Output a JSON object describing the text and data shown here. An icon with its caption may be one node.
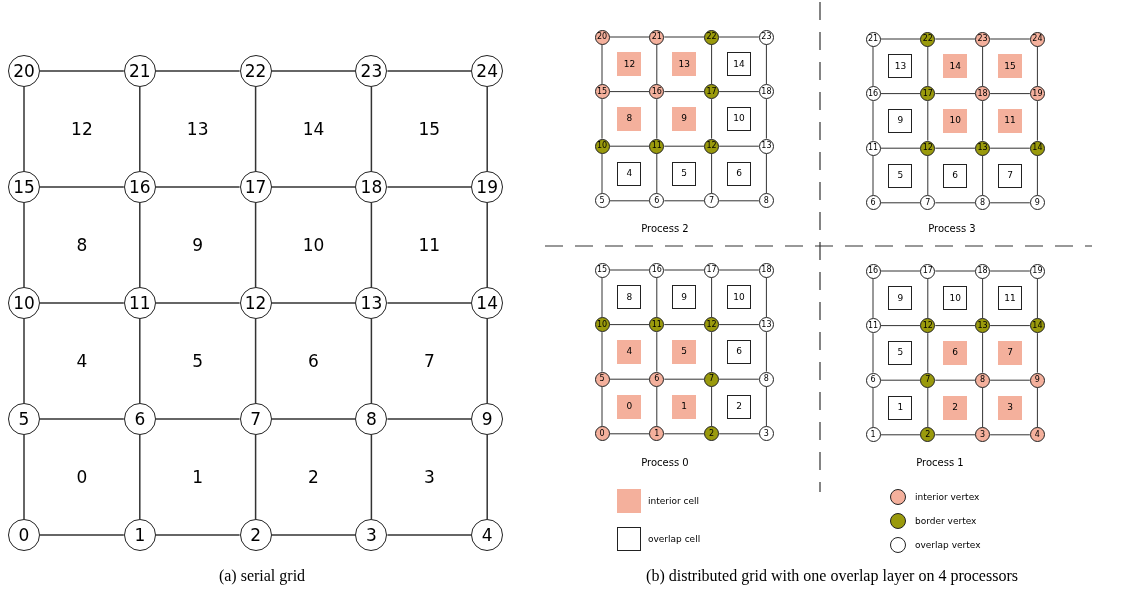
{
  "diagram": {
    "nodes": [
      {
        "text": [
          "20"
        ]
      },
      {
        "text": [
          "21"
        ]
      },
      {
        "text": [
          "22"
        ]
      },
      {
        "text": [
          "23"
        ]
      },
      {
        "text": [
          "24"
        ]
      },
      {
        "text": [
          "15"
        ]
      },
      {
        "text": [
          "16"
        ]
      },
      {
        "text": [
          "17"
        ]
      },
      {
        "text": [
          "18"
        ]
      },
      {
        "text": [
          "19"
        ]
      },
      {
        "text": [
          "10"
        ]
      },
      {
        "text": [
          "11"
        ]
      },
      {
        "text": [
          "12"
        ]
      },
      {
        "text": [
          "13"
        ]
      },
      {
        "text": [
          "14"
        ]
      },
      {
        "text": [
          "5"
        ]
      },
      {
        "text": [
          "6"
        ]
      },
      {
        "text": [
          "7"
        ]
      },
      {
        "text": [
          "8"
        ]
      },
      {
        "text": [
          "9"
        ]
      },
      {
        "text": [
          "0"
        ]
      },
      {
        "text": [
          "1"
        ]
      },
      {
        "text": [
          "2"
        ]
      },
      {
        "text": [
          "3"
        ]
      },
      {
        "text": [
          "4"
        ]
      },
      {
        "text": [
          "20"
        ]
      },
      {
        "text": [
          "21"
        ]
      },
      {
        "text": [
          "22"
        ]
      },
      {
        "text": [
          "23"
        ]
      },
      {
        "text": [
          "12"
        ]
      },
      {
        "text": [
          "13"
        ]
      },
      {
        "text": [
          "14"
        ]
      },
      {
        "text": [
          "15"
        ]
      },
      {
        "text": [
          "16"
        ]
      },
      {
        "text": [
          "17"
        ]
      },
      {
        "text": [
          "18"
        ]
      },
      {
        "text": [
          "8"
        ]
      },
      {
        "text": [
          "9"
        ]
      },
      {
        "text": [
          "10"
        ]
      },
      {
        "text": [
          "10"
        ]
      },
      {
        "text": [
          "11"
        ]
      },
      {
        "text": [
          "12"
        ]
      },
      {
        "text": [
          "13"
        ]
      },
      {
        "text": [
          "4"
        ]
      },
      {
        "text": [
          "5"
        ]
      },
      {
        "text": [
          "6"
        ]
      },
      {
        "text": [
          "5"
        ]
      },
      {
        "text": [
          "6"
        ]
      },
      {
        "text": [
          "7"
        ]
      },
      {
        "text": [
          "8"
        ]
      },
      {
        "text": [
          "21"
        ]
      },
      {
        "text": [
          "22"
        ]
      },
      {
        "text": [
          "23"
        ]
      },
      {
        "text": [
          "24"
        ]
      },
      {
        "text": [
          "13"
        ]
      },
      {
        "text": [
          "14"
        ]
      },
      {
        "text": [
          "15"
        ]
      },
      {
        "text": [
          "16"
        ]
      },
      {
        "text": [
          "17"
        ]
      },
      {
        "text": [
          "18"
        ]
      },
      {
        "text": [
          "19"
        ]
      },
      {
        "text": [
          "9"
        ]
      },
      {
        "text": [
          "10"
        ]
      },
      {
        "text": [
          "11"
        ]
      },
      {
        "text": [
          "11"
        ]
      },
      {
        "text": [
          "12"
        ]
      },
      {
        "text": [
          "13"
        ]
      },
      {
        "text": [
          "14"
        ]
      },
      {
        "text": [
          "5"
        ]
      },
      {
        "text": [
          "6"
        ]
      },
      {
        "text": [
          "7"
        ]
      },
      {
        "text": [
          "6"
        ]
      },
      {
        "text": [
          "7"
        ]
      },
      {
        "text": [
          "8"
        ]
      },
      {
        "text": [
          "9"
        ]
      },
      {
        "text": [
          "15"
        ]
      },
      {
        "text": [
          "16"
        ]
      },
      {
        "text": [
          "17"
        ]
      },
      {
        "text": [
          "18"
        ]
      },
      {
        "text": [
          "8"
        ]
      },
      {
        "text": [
          "9"
        ]
      },
      {
        "text": [
          "10"
        ]
      },
      {
        "text": [
          "10"
        ]
      },
      {
        "text": [
          "11"
        ]
      },
      {
        "text": [
          "12"
        ]
      },
      {
        "text": [
          "13"
        ]
      },
      {
        "text": [
          "4"
        ]
      },
      {
        "text": [
          "5"
        ]
      },
      {
        "text": [
          "6"
        ]
      },
      {
        "text": [
          "5"
        ]
      },
      {
        "text": [
          "6"
        ]
      },
      {
        "text": [
          "7"
        ]
      },
      {
        "text": [
          "8"
        ]
      },
      {
        "text": [
          "0"
        ]
      },
      {
        "text": [
          "1"
        ]
      },
      {
        "text": [
          "2"
        ]
      },
      {
        "text": [
          "0"
        ]
      },
      {
        "text": [
          "1"
        ]
      },
      {
        "text": [
          "2"
        ]
      },
      {
        "text": [
          "3"
        ]
      },
      {
        "text": [
          "16"
        ]
      },
      {
        "text": [
          "17"
        ]
      },
      {
        "text": [
          "18"
        ]
      },
      {
        "text": [
          "19"
        ]
      },
      {
        "text": [
          "9"
        ]
      },
      {
        "text": [
          "10"
        ]
      },
      {
        "text": [
          "11"
        ]
      },
      {
        "text": [
          "11"
        ]
      },
      {
        "text": [
          "12"
        ]
      },
      {
        "text": [
          "13"
        ]
      },
      {
        "text": [
          "14"
        ]
      },
      {
        "text": [
          "5"
        ]
      },
      {
        "text": [
          "6"
        ]
      },
      {
        "text": [
          "7"
        ]
      },
      {
        "text": [
          "6"
        ]
      },
      {
        "text": [
          "7"
        ]
      },
      {
        "text": [
          "8"
        ]
      },
      {
        "text": [
          "9"
        ]
      },
      {
        "text": [
          "1"
        ]
      },
      {
        "text": [
          "2"
        ]
      },
      {
        "text": [
          "3"
        ]
      },
      {
        "text": [
          "1"
        ]
      },
      {
        "text": [
          "2"
        ]
      },
      {
        "text": [
          "3"
        ]
      },
      {
        "text": [
          "4"
        ]
      }
    ],
    "edges": [
      {
        "from": 0,
        "to": 1,
        "arrow": "none"
      },
      {
        "from": 1,
        "to": 2,
        "arrow": "none"
      },
      {
        "from": 2,
        "to": 3,
        "arrow": "none"
      },
      {
        "from": 3,
        "to": 4,
        "arrow": "none"
      },
      {
        "from": 5,
        "to": 6,
        "arrow": "none"
      },
      {
        "from": 6,
        "to": 7,
        "arrow": "none"
      },
      {
        "from": 7,
        "to": 8,
        "arrow": "none"
      },
      {
        "from": 8,
        "to": 9,
        "arrow": "none"
      },
      {
        "from": 10,
        "to": 11,
        "arrow": "none"
      },
      {
        "from": 11,
        "to": 12,
        "arrow": "none"
      },
      {
        "from": 12,
        "to": 13,
        "arrow": "none"
      },
      {
        "from": 13,
        "to": 14,
        "arrow": "none"
      },
      {
        "from": 15,
        "to": 16,
        "arrow": "none"
      },
      {
        "from": 16,
        "to": 17,
        "arrow": "none"
      },
      {
        "from": 17,
        "to": 18,
        "arrow": "none"
      },
      {
        "from": 18,
        "to": 19,
        "arrow": "none"
      },
      {
        "from": 20,
        "to": 21,
        "arrow": "none"
      },
      {
        "from": 21,
        "to": 22,
        "arrow": "none"
      },
      {
        "from": 22,
        "to": 23,
        "arrow": "none"
      },
      {
        "from": 23,
        "to": 24,
        "arrow": "none"
      },
      {
        "from": 0,
        "to": 5,
        "arrow": "none"
      },
      {
        "from": 1,
        "to": 6,
        "arrow": "none"
      },
      {
        "from": 2,
        "to": 7,
        "arrow": "none"
      },
      {
        "from": 3,
        "to": 8,
        "arrow": "none"
      },
      {
        "from": 4,
        "to": 9,
        "arrow": "none"
      },
      {
        "from": 5,
        "to": 10,
        "arrow": "none"
      },
      {
        "from": 6,
        "to": 11,
        "arrow": "none"
      },
      {
        "from": 7,
        "to": 12,
        "arrow": "none"
      },
      {
        "from": 8,
        "to": 13,
        "arrow": "none"
      },
      {
        "from": 9,
        "to": 14,
        "arrow": "none"
      },
      {
        "from": 10,
        "to": 15,
        "arrow": "none"
      },
      {
        "from": 11,
        "to": 16,
        "arrow": "none"
      },
      {
        "from": 12,
        "to": 17,
        "arrow": "none"
      },
      {
        "from": 13,
        "to": 18,
        "arrow": "none"
      },
      {
        "from": 14,
        "to": 19,
        "arrow": "none"
      },
      {
        "from": 15,
        "to": 20,
        "arrow": "none"
      },
      {
        "from": 16,
        "to": 21,
        "arrow": "none"
      },
      {
        "from": 17,
        "to": 22,
        "arrow": "none"
      },
      {
        "from": 18,
        "to": 23,
        "arrow": "none"
      },
      {
        "from": 19,
        "to": 24,
        "arrow": "none"
      },
      {
        "from": 25,
        "to": 26,
        "arrow": "none"
      },
      {
        "from": 26,
        "to": 27,
        "arrow": "none"
      },
      {
        "from": 27,
        "to": 28,
        "arrow": "none"
      },
      {
        "from": 32,
        "to": 33,
        "arrow": "none"
      },
      {
        "from": 33,
        "to": 34,
        "arrow": "none"
      },
      {
        "from": 34,
        "to": 35,
        "arrow": "none"
      },
      {
        "from": 39,
        "to": 40,
        "arrow": "none"
      },
      {
        "from": 40,
        "to": 41,
        "arrow": "none"
      },
      {
        "from": 41,
        "to": 42,
        "arrow": "none"
      },
      {
        "from": 46,
        "to": 47,
        "arrow": "none"
      },
      {
        "from": 47,
        "to": 48,
        "arrow": "none"
      },
      {
        "from": 48,
        "to": 49,
        "arrow": "none"
      },
      {
        "from": 25,
        "to": 32,
        "arrow": "none"
      },
      {
        "from": 26,
        "to": 33,
        "arrow": "none"
      },
      {
        "from": 27,
        "to": 34,
        "arrow": "none"
      },
      {
        "from": 28,
        "to": 35,
        "arrow": "none"
      },
      {
        "from": 32,
        "to": 39,
        "arrow": "none"
      },
      {
        "from": 33,
        "to": 40,
        "arrow": "none"
      },
      {
        "from": 34,
        "to": 41,
        "arrow": "none"
      },
      {
        "from": 35,
        "to": 42,
        "arrow": "none"
      },
      {
        "from": 39,
        "to": 46,
        "arrow": "none"
      },
      {
        "from": 40,
        "to": 47,
        "arrow": "none"
      },
      {
        "from": 41,
        "to": 48,
        "arrow": "none"
      },
      {
        "from": 42,
        "to": 49,
        "arrow": "none"
      },
      {
        "from": 50,
        "to": 51,
        "arrow": "none"
      },
      {
        "from": 51,
        "to": 52,
        "arrow": "none"
      },
      {
        "from": 52,
        "to": 53,
        "arrow": "none"
      },
      {
        "from": 57,
        "to": 58,
        "arrow": "none"
      },
      {
        "from": 58,
        "to": 59,
        "arrow": "none"
      },
      {
        "from": 59,
        "to": 60,
        "arrow": "none"
      },
      {
        "from": 64,
        "to": 65,
        "arrow": "none"
      },
      {
        "from": 65,
        "to": 66,
        "arrow": "none"
      },
      {
        "from": 66,
        "to": 67,
        "arrow": "none"
      },
      {
        "from": 71,
        "to": 72,
        "arrow": "none"
      },
      {
        "from": 72,
        "to": 73,
        "arrow": "none"
      },
      {
        "from": 73,
        "to": 74,
        "arrow": "none"
      },
      {
        "from": 50,
        "to": 57,
        "arrow": "none"
      },
      {
        "from": 51,
        "to": 58,
        "arrow": "none"
      },
      {
        "from": 52,
        "to": 59,
        "arrow": "none"
      },
      {
        "from": 53,
        "to": 60,
        "arrow": "none"
      },
      {
        "from": 57,
        "to": 64,
        "arrow": "none"
      },
      {
        "from": 58,
        "to": 65,
        "arrow": "none"
      },
      {
        "from": 59,
        "to": 66,
        "arrow": "none"
      },
      {
        "from": 60,
        "to": 67,
        "arrow": "none"
      },
      {
        "from": 64,
        "to": 71,
        "arrow": "none"
      },
      {
        "from": 65,
        "to": 72,
        "arrow": "none"
      },
      {
        "from": 66,
        "to": 73,
        "arrow": "none"
      },
      {
        "from": 67,
        "to": 74,
        "arrow": "none"
      },
      {
        "from": 75,
        "to": 76,
        "arrow": "none"
      },
      {
        "from": 76,
        "to": 77,
        "arrow": "none"
      },
      {
        "from": 77,
        "to": 78,
        "arrow": "none"
      },
      {
        "from": 82,
        "to": 83,
        "arrow": "none"
      },
      {
        "from": 83,
        "to": 84,
        "arrow": "none"
      },
      {
        "from": 84,
        "to": 85,
        "arrow": "none"
      },
      {
        "from": 89,
        "to": 90,
        "arrow": "none"
      },
      {
        "from": 90,
        "to": 91,
        "arrow": "none"
      },
      {
        "from": 91,
        "to": 92,
        "arrow": "none"
      },
      {
        "from": 96,
        "to": 97,
        "arrow": "none"
      },
      {
        "from": 97,
        "to": 98,
        "arrow": "none"
      },
      {
        "from": 98,
        "to": 99,
        "arrow": "none"
      },
      {
        "from": 75,
        "to": 82,
        "arrow": "none"
      },
      {
        "from": 76,
        "to": 83,
        "arrow": "none"
      },
      {
        "from": 77,
        "to": 84,
        "arrow": "none"
      },
      {
        "from": 78,
        "to": 85,
        "arrow": "none"
      },
      {
        "from": 82,
        "to": 89,
        "arrow": "none"
      },
      {
        "from": 83,
        "to": 90,
        "arrow": "none"
      },
      {
        "from": 84,
        "to": 91,
        "arrow": "none"
      },
      {
        "from": 85,
        "to": 92,
        "arrow": "none"
      },
      {
        "from": 89,
        "to": 96,
        "arrow": "none"
      },
      {
        "from": 90,
        "to": 97,
        "arrow": "none"
      },
      {
        "from": 91,
        "to": 98,
        "arrow": "none"
      },
      {
        "from": 92,
        "to": 99,
        "arrow": "none"
      },
      {
        "from": 100,
        "to": 101,
        "arrow": "none"
      },
      {
        "from": 101,
        "to": 102,
        "arrow": "none"
      },
      {
        "from": 102,
        "to": 103,
        "arrow": "none"
      },
      {
        "from": 107,
        "to": 108,
        "arrow": "none"
      },
      {
        "from": 108,
        "to": 109,
        "arrow": "none"
      },
      {
        "from": 109,
        "to": 110,
        "arrow": "none"
      },
      {
        "from": 114,
        "to": 115,
        "arrow": "none"
      },
      {
        "from": 115,
        "to": 116,
        "arrow": "none"
      },
      {
        "from": 116,
        "to": 117,
        "arrow": "none"
      },
      {
        "from": 121,
        "to": 122,
        "arrow": "none"
      },
      {
        "from": 122,
        "to": 123,
        "arrow": "none"
      },
      {
        "from": 123,
        "to": 124,
        "arrow": "none"
      },
      {
        "from": 100,
        "to": 107,
        "arrow": "none"
      },
      {
        "from": 101,
        "to": 108,
        "arrow": "none"
      },
      {
        "from": 102,
        "to": 109,
        "arrow": "none"
      },
      {
        "from": 103,
        "to": 110,
        "arrow": "none"
      },
      {
        "from": 107,
        "to": 114,
        "arrow": "none"
      },
      {
        "from": 108,
        "to": 115,
        "arrow": "none"
      },
      {
        "from": 109,
        "to": 116,
        "arrow": "none"
      },
      {
        "from": 110,
        "to": 117,
        "arrow": "none"
      },
      {
        "from": 114,
        "to": 121,
        "arrow": "none"
      },
      {
        "from": 115,
        "to": 122,
        "arrow": "none"
      },
      {
        "from": 116,
        "to": 123,
        "arrow": "none"
      },
      {
        "from": 117,
        "to": 124,
        "arrow": "none"
      }
    ],
    "labels": [
      "12",
      "13",
      "14",
      "15",
      "8",
      "9",
      "10",
      "11",
      "4",
      "5",
      "6",
      "7",
      "0",
      "1",
      "2",
      "3",
      "Process 2",
      "Process 3",
      "Process 0",
      "Process 1",
      "(a) serial grid",
      "(b) distributed grid with one overlap layer on 4 processors"
    ],
    "legend": [
      {
        "text": "interior cell",
        "color": "#f4b09c"
      },
      {
        "text": "overlap cell",
        "color": "#ffffff"
      },
      {
        "text": "interior vertex",
        "color": "#f4b09c"
      },
      {
        "text": "border vertex",
        "color": "#9a9a0c"
      },
      {
        "text": "overlap vertex",
        "color": "#ffffff"
      }
    ]
  }
}
